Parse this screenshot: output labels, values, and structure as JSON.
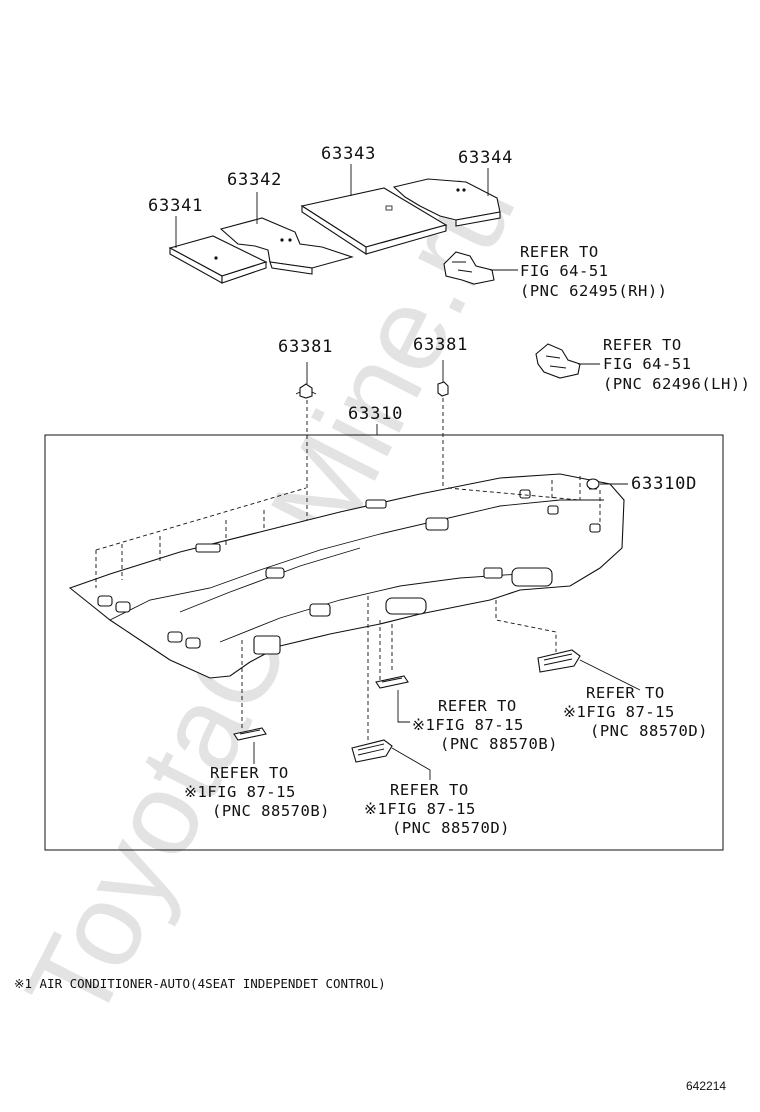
{
  "watermark": "ToyotaCarMine.ru",
  "parts": {
    "p63341": "63341",
    "p63342": "63342",
    "p63343": "63343",
    "p63344": "63344",
    "p63381_left": "63381",
    "p63381_right": "63381",
    "p63310": "63310",
    "p63310D": "63310D"
  },
  "refs": {
    "rh": {
      "l1": "REFER TO",
      "l2": "FIG 64-51",
      "l3": "(PNC 62495(RH))"
    },
    "lh": {
      "l1": "REFER TO",
      "l2": "FIG 64-51",
      "l3": "(PNC 62496(LH))"
    },
    "mid_b": {
      "l1": "REFER TO",
      "l2": "※1FIG 87-15",
      "l3": "(PNC 88570B)"
    },
    "right_d": {
      "l1": "REFER TO",
      "l2": "※1FIG 87-15",
      "l3": "(PNC 88570D)"
    },
    "left_b": {
      "l1": "REFER TO",
      "l2": "※1FIG 87-15",
      "l3": "(PNC 88570B)"
    },
    "bottom_d": {
      "l1": "REFER TO",
      "l2": "※1FIG 87-15",
      "l3": "(PNC 88570D)"
    }
  },
  "footnote": "※1 AIR CONDITIONER-AUTO(4SEAT INDEPENDET CONTROL)",
  "figure_number": "642214"
}
